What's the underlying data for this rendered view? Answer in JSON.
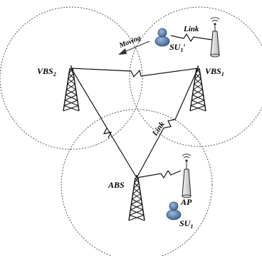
{
  "nodes": {
    "vbs2": {
      "name": "VBS",
      "sub": "2"
    },
    "vbs1": {
      "name": "VBS",
      "sub": "1"
    },
    "abs": {
      "name": "ABS"
    },
    "ap": {
      "name": "AP"
    },
    "su1_moved": {
      "name": "SU",
      "sub": "1",
      "mark": "′"
    },
    "su1": {
      "name": "SU",
      "sub": "1"
    }
  },
  "labels": {
    "moving": "Moving",
    "link_top": "Link",
    "link_mid": "Link"
  },
  "colors": {
    "line": "#111111",
    "circle": "#444444",
    "user_fill": "#5f86b4",
    "user_dark": "#3a5f8a",
    "antenna": "#222222"
  },
  "icons": [
    "tower-icon",
    "user-icon",
    "access-point-icon",
    "moving-arrow-icon"
  ]
}
